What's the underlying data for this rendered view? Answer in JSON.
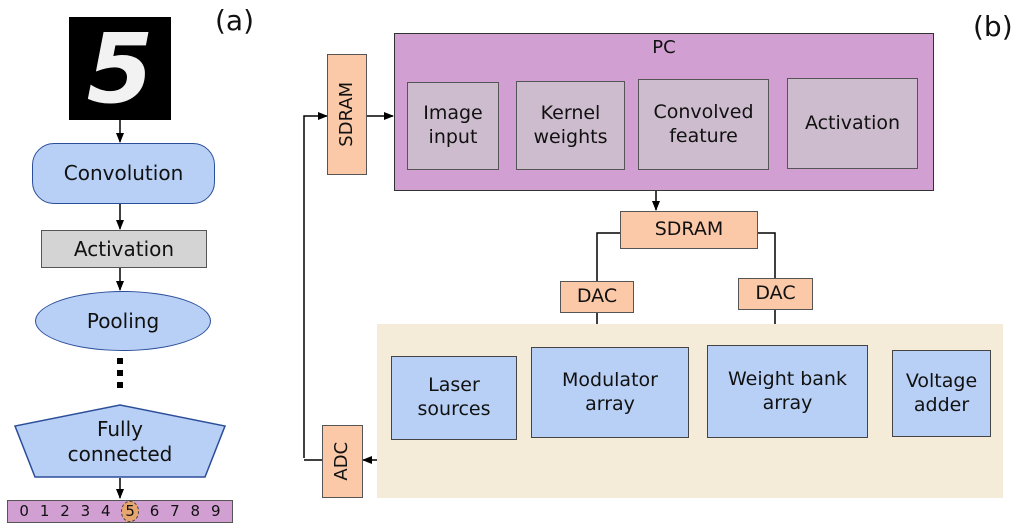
{
  "panel_labels": {
    "a": "(a)",
    "b": "(b)"
  },
  "panel_a": {
    "input_digit": "5",
    "convolution": "Convolution",
    "activation": "Activation",
    "pooling": "Pooling",
    "fully_connected": "Fully\nconnected",
    "output_digits": [
      "0",
      "1",
      "2",
      "3",
      "4",
      "5",
      "6",
      "7",
      "8",
      "9"
    ],
    "highlighted_digit": "5"
  },
  "panel_b": {
    "pc": {
      "title": "PC",
      "image_input": "Image\ninput",
      "kernel_weights": "Kernel\nweights",
      "convolved_feature": "Convolved\nfeature",
      "activation": "Activation"
    },
    "sdram_vertical": "SDRAM",
    "sdram_center": "SDRAM",
    "dac_left": "DAC",
    "dac_right": "DAC",
    "adc": "ADC",
    "photonic": {
      "laser_sources": "Laser\nsources",
      "modulator_array": "Modulator\narray",
      "weight_bank_array": "Weight bank\narray",
      "voltage_adder": "Voltage\nadder"
    }
  },
  "colors": {
    "pc_fill": "#d29fd2",
    "pc_inner": "#cdbccd",
    "orange": "#fbc9a8",
    "blue": "#b8d0f5",
    "gray": "#d4d4d4",
    "beige": "#f4ecd8",
    "output_bar": "#d29fd2"
  }
}
